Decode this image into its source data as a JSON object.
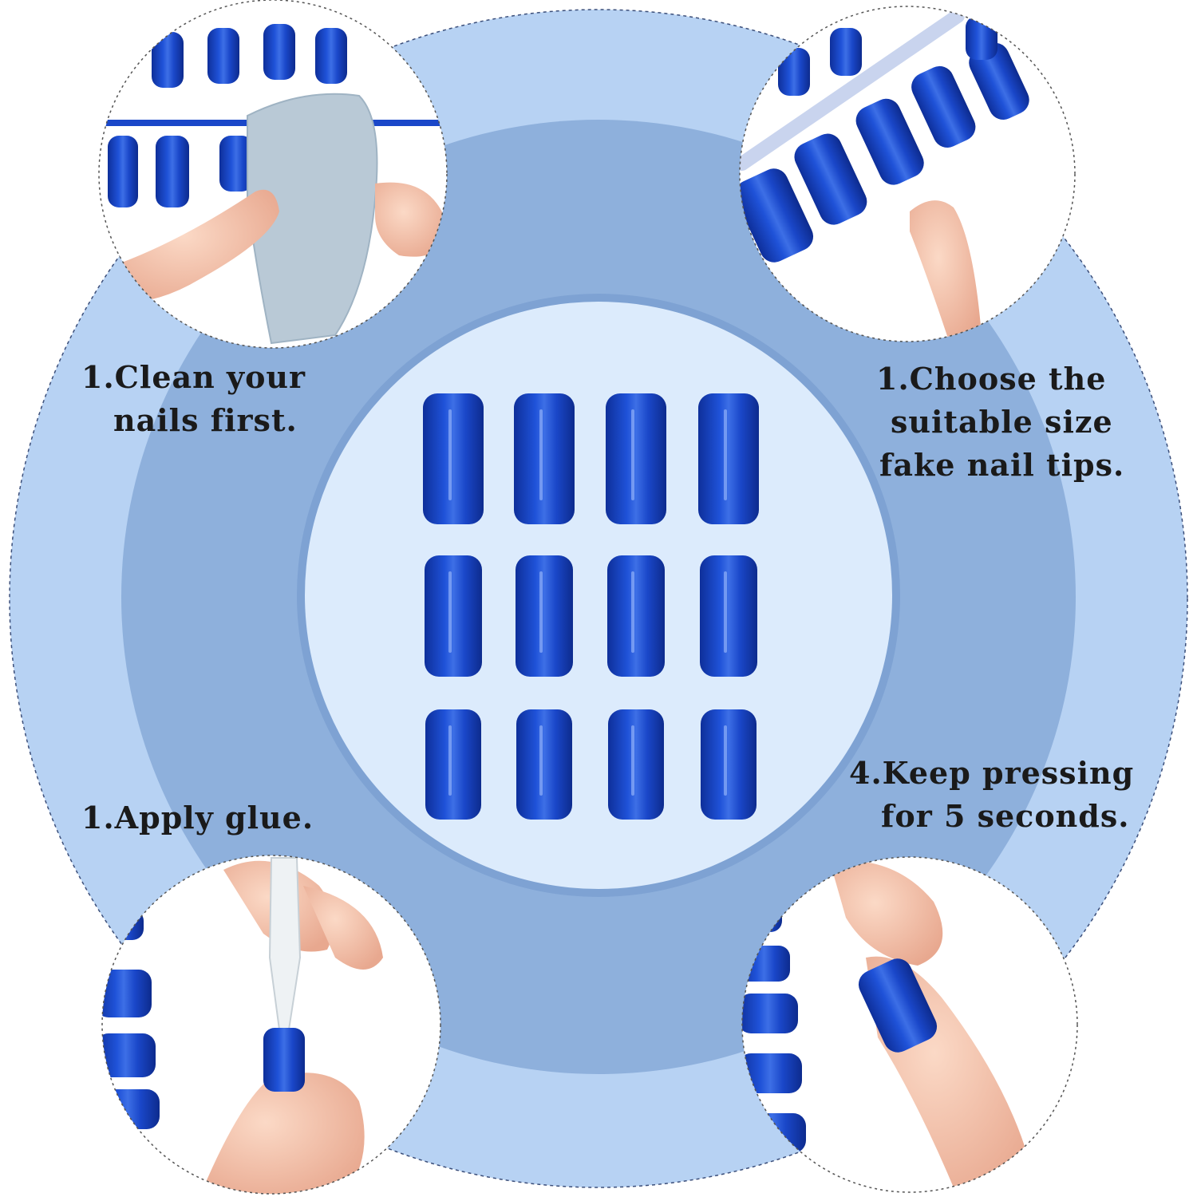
{
  "steps": [
    {
      "lines": [
        "1.Clean your",
        "nails first."
      ]
    },
    {
      "lines": [
        "1.Choose the",
        "suitable size",
        "fake nail tips."
      ]
    },
    {
      "lines": [
        "1.Apply glue."
      ]
    },
    {
      "lines": [
        "4.Keep pressing",
        "for 5 seconds."
      ]
    }
  ],
  "colors": {
    "outer_ring": "#b7d2f3",
    "middle_ring": "#8eb0dc",
    "inner_ring": "#7ea2d3",
    "center_disc": "#dcebfc",
    "nail_blue": "#1a47c9",
    "nail_dark": "#0e2f9a",
    "skin": "#f3c3ad",
    "cloth": "#b9c9d6"
  },
  "icons": [
    "press-on-nail-icon",
    "nail-tray-icon",
    "finger-icon",
    "buffer-cloth-icon",
    "glue-bottle-icon"
  ]
}
